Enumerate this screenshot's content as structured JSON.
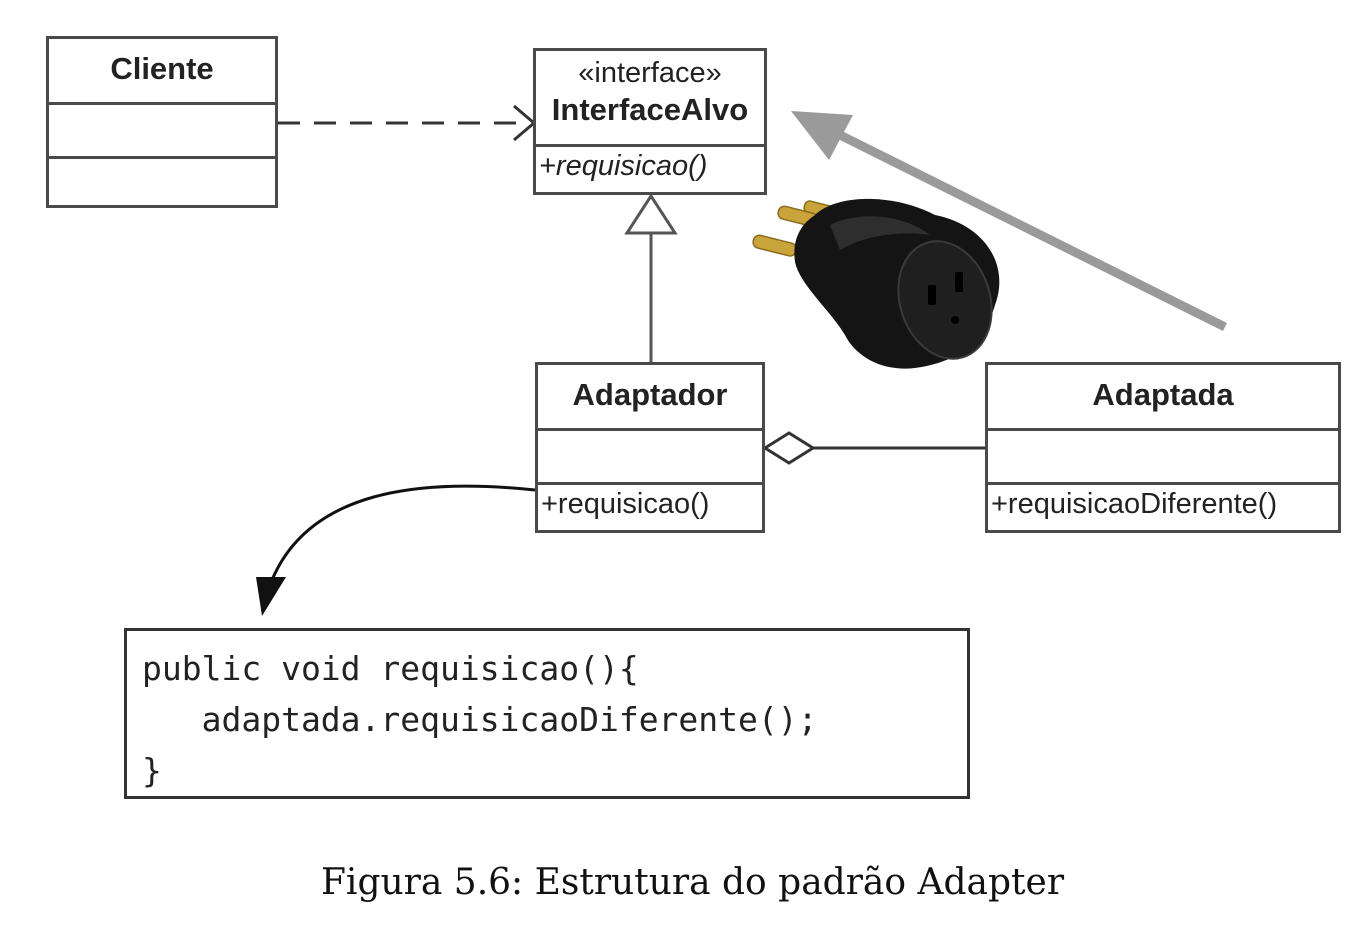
{
  "diagram": {
    "classes": {
      "cliente": {
        "name": "Cliente"
      },
      "interface_alvo": {
        "stereotype": "«interface»",
        "name": "InterfaceAlvo",
        "method": "+requisicao()"
      },
      "adaptador": {
        "name": "Adaptador",
        "method": "+requisicao()"
      },
      "adaptada": {
        "name": "Adaptada",
        "method": "+requisicaoDiferente()"
      }
    },
    "relations": [
      {
        "from": "Cliente",
        "to": "InterfaceAlvo",
        "type": "dependency"
      },
      {
        "from": "Adaptador",
        "to": "InterfaceAlvo",
        "type": "realization"
      },
      {
        "from": "Adaptador",
        "to": "Adaptada",
        "type": "aggregation"
      },
      {
        "from": "Adaptada",
        "to": "InterfaceAlvo",
        "type": "highlight-arrow"
      }
    ],
    "illustration": {
      "icon": "plug-adapter-icon"
    },
    "code": {
      "line1": "public void requisicao(){",
      "line2": "   adaptada.requisicaoDiferente();",
      "line3": "}"
    },
    "caption": "Figura 5.6: Estrutura do padrão Adapter"
  },
  "colors": {
    "box_border": "#4a4a4a",
    "highlight_arrow": "#9a9a9a",
    "plug_body": "#111111",
    "plug_pins": "#b8952a"
  }
}
